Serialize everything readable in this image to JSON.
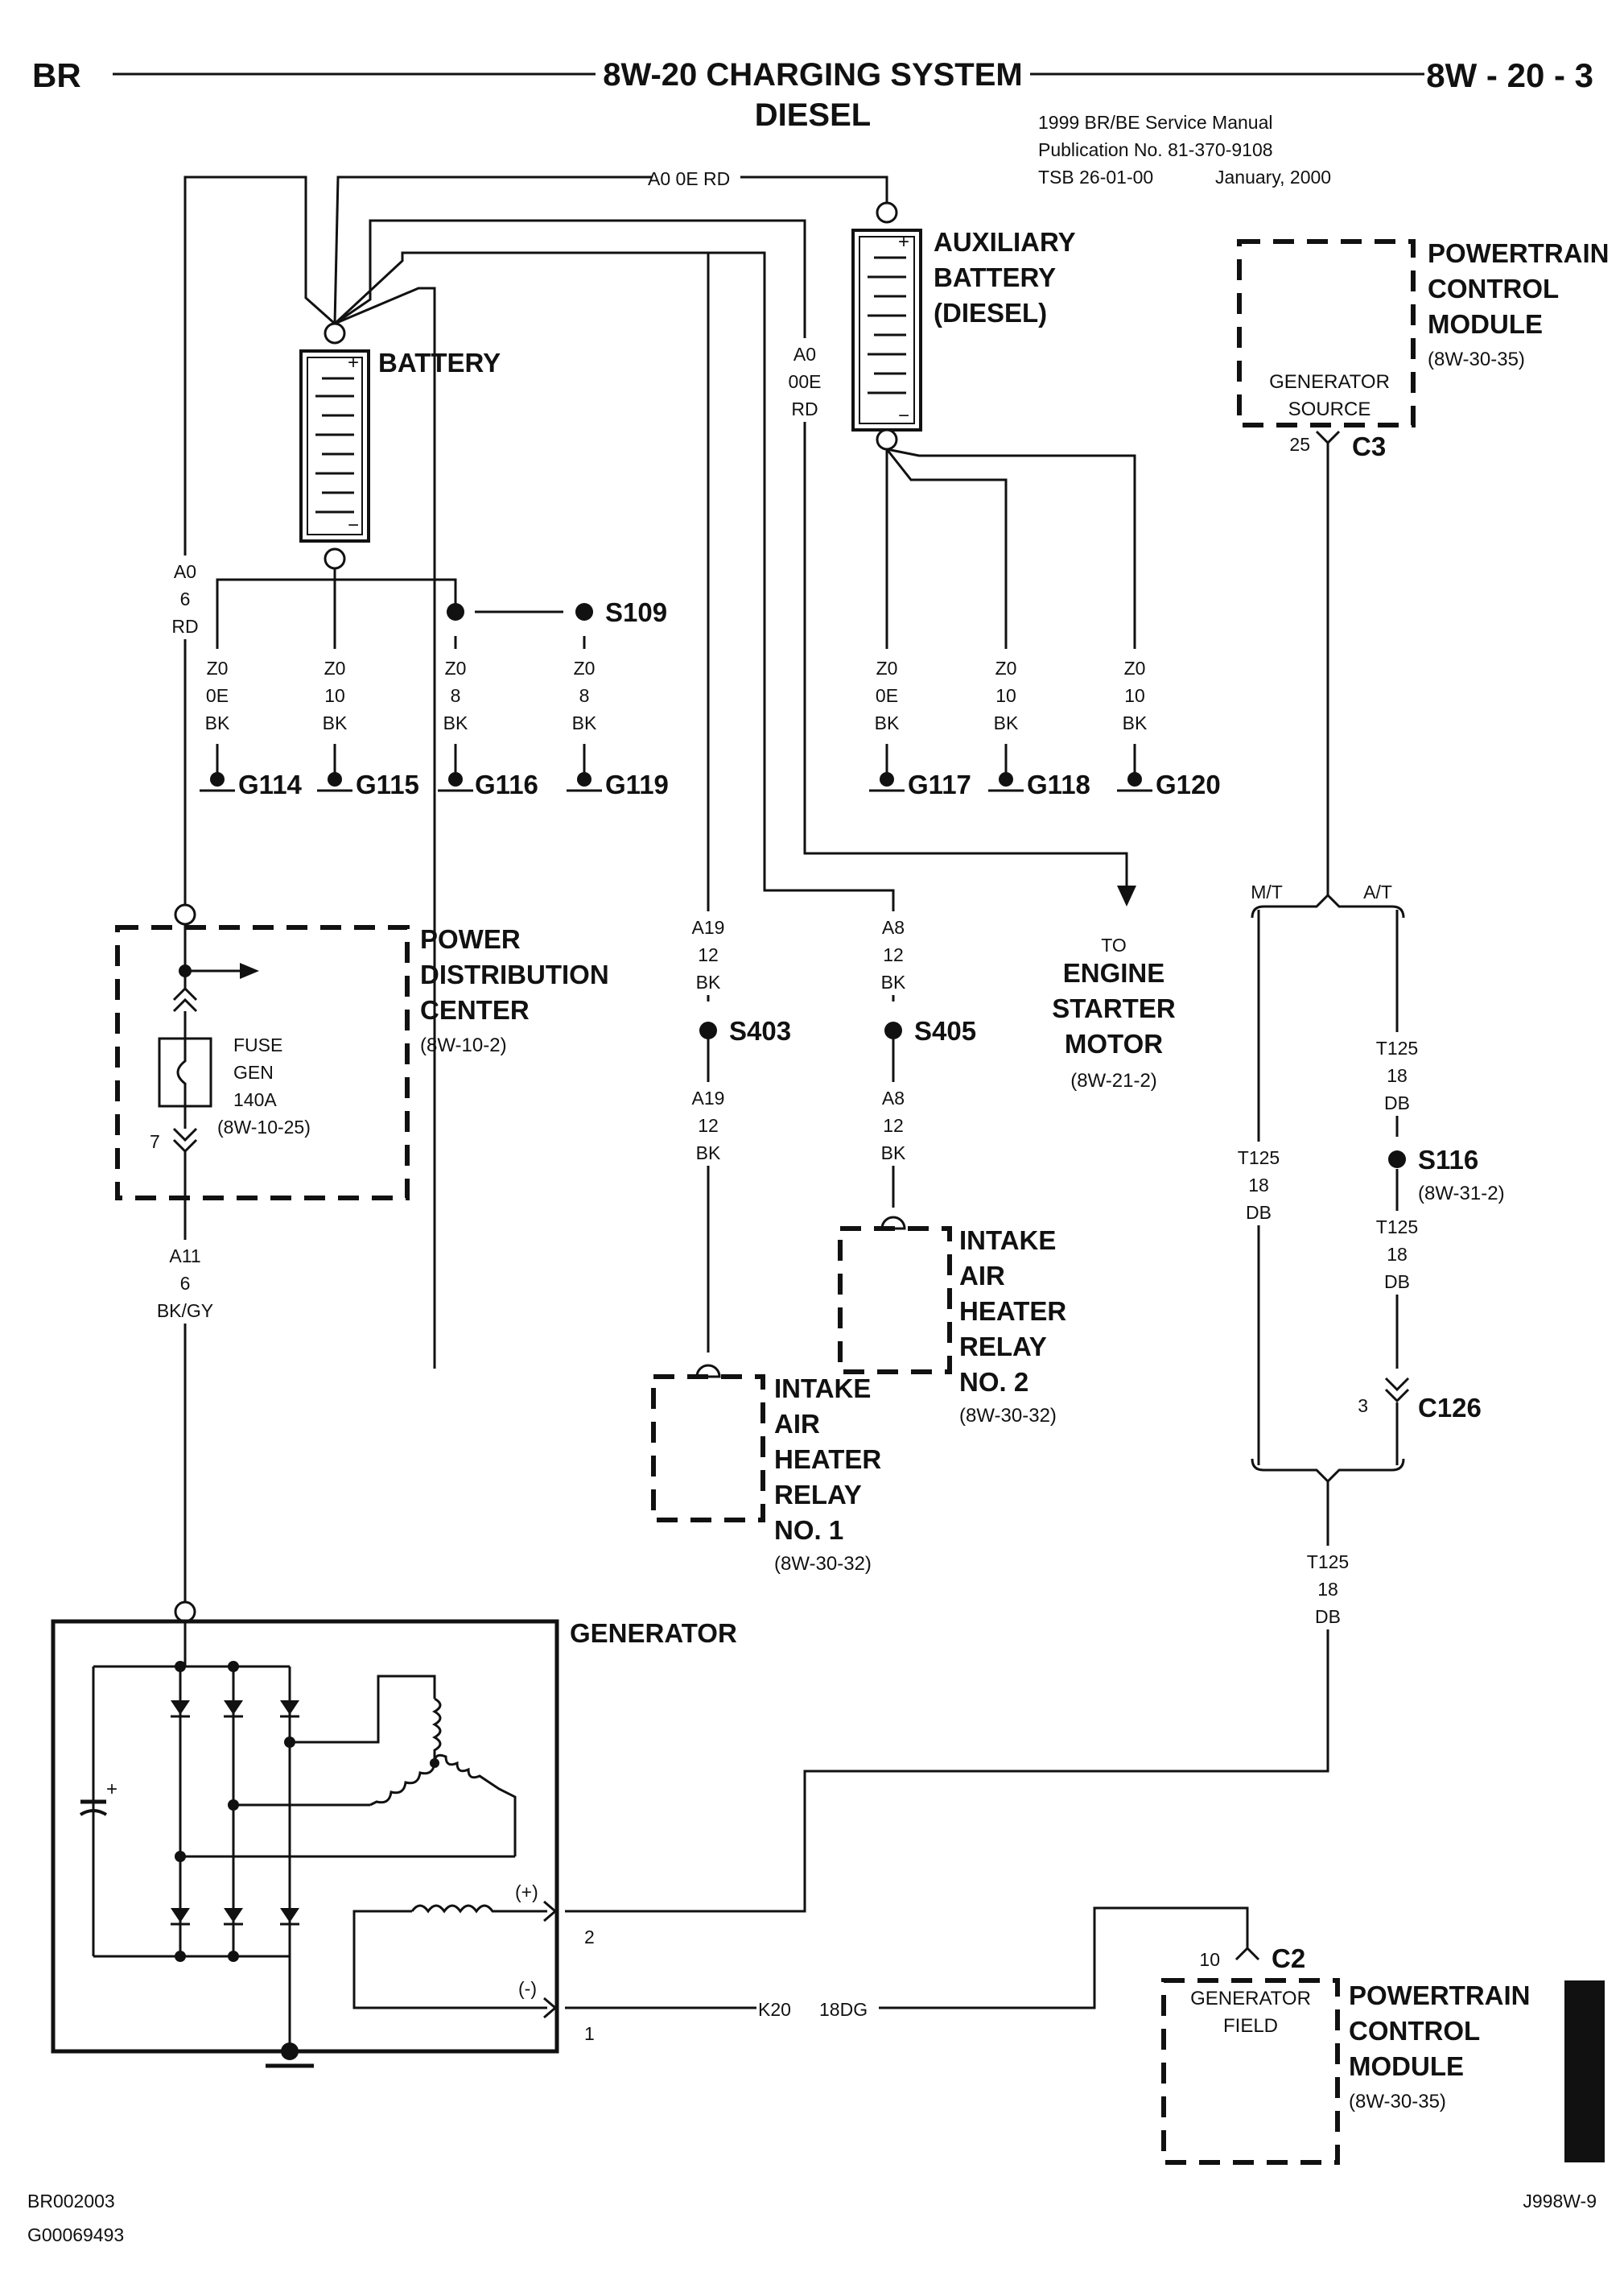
{
  "header": {
    "left": "BR",
    "title": "8W-20 CHARGING SYSTEM",
    "subtitle": "DIESEL",
    "page": "8W - 20 - 3",
    "manual": "1999 BR/BE Service Manual",
    "publication": "Publication No. 81-370-9108",
    "tsb": "TSB 26-01-00",
    "date": "January, 2000"
  },
  "components": {
    "battery": "BATTERY",
    "aux_battery": [
      "AUXILIARY",
      "BATTERY",
      "(DIESEL)"
    ],
    "pcm_top": [
      "POWERTRAIN",
      "CONTROL",
      "MODULE"
    ],
    "pcm_top_ref": "(8W-30-35)",
    "gen_source": [
      "GENERATOR",
      "SOURCE"
    ],
    "pdc": [
      "POWER",
      "DISTRIBUTION",
      "CENTER"
    ],
    "pdc_ref": "(8W-10-2)",
    "fuse": [
      "FUSE",
      "GEN",
      "140A",
      "(8W-10-25)"
    ],
    "starter_to": "TO",
    "starter": [
      "ENGINE",
      "STARTER",
      "MOTOR"
    ],
    "starter_ref": "(8W-21-2)",
    "relay2": [
      "INTAKE",
      "AIR",
      "HEATER",
      "RELAY",
      "NO. 2"
    ],
    "relay2_ref": "(8W-30-32)",
    "relay1": [
      "INTAKE",
      "AIR",
      "HEATER",
      "RELAY",
      "NO. 1"
    ],
    "relay1_ref": "(8W-30-32)",
    "generator": "GENERATOR",
    "pcm_bottom": [
      "POWERTRAIN",
      "CONTROL",
      "MODULE"
    ],
    "pcm_bottom_ref": "(8W-30-35)",
    "gen_field": [
      "GENERATOR",
      "FIELD"
    ]
  },
  "wires": {
    "a0_top": "A0   0E RD",
    "a0_mid": [
      "A0",
      "00E",
      "RD"
    ],
    "a0_left": [
      "A0",
      "6",
      "RD"
    ],
    "g114": [
      "Z0",
      "0E",
      "BK"
    ],
    "g115": [
      "Z0",
      "10",
      "BK"
    ],
    "g116": [
      "Z0",
      "8",
      "BK"
    ],
    "g119": [
      "Z0",
      "8",
      "BK"
    ],
    "g117": [
      "Z0",
      "0E",
      "BK"
    ],
    "g118": [
      "Z0",
      "10",
      "BK"
    ],
    "g120": [
      "Z0",
      "10",
      "BK"
    ],
    "a19_top": [
      "A19",
      "12",
      "BK"
    ],
    "a19_bot": [
      "A19",
      "12",
      "BK"
    ],
    "a8_top": [
      "A8",
      "12",
      "BK"
    ],
    "a8_bot": [
      "A8",
      "12",
      "BK"
    ],
    "a11": [
      "A11",
      "6",
      "BK/GY"
    ],
    "t125_at": [
      "T125",
      "18",
      "DB"
    ],
    "t125_mt": [
      "T125",
      "18",
      "DB"
    ],
    "t125_mid": [
      "T125",
      "18",
      "DB"
    ],
    "t125_bot": [
      "T125",
      "18",
      "DB"
    ],
    "k20": "K20",
    "k20_spec": "18DG"
  },
  "splices": {
    "s109": "S109",
    "s403": "S403",
    "s405": "S405",
    "s116": "S116",
    "s116_ref": "(8W-31-2)"
  },
  "grounds": {
    "g114": "G114",
    "g115": "G115",
    "g116": "G116",
    "g119": "G119",
    "g117": "G117",
    "g118": "G118",
    "g120": "G120"
  },
  "connectors": {
    "c3": "C3",
    "c3_pin": "25",
    "c2": "C2",
    "c2_pin": "10",
    "c126": "C126",
    "c126_pin": "3",
    "mt": "M/T",
    "at": "A/T",
    "fuse_pin": "7",
    "gen_plus": "(+)",
    "gen_minus": "(-)",
    "gen_pin2": "2",
    "gen_pin1": "1"
  },
  "footer": {
    "left1": "BR002003",
    "left2": "G00069493",
    "right": "J998W-9"
  }
}
